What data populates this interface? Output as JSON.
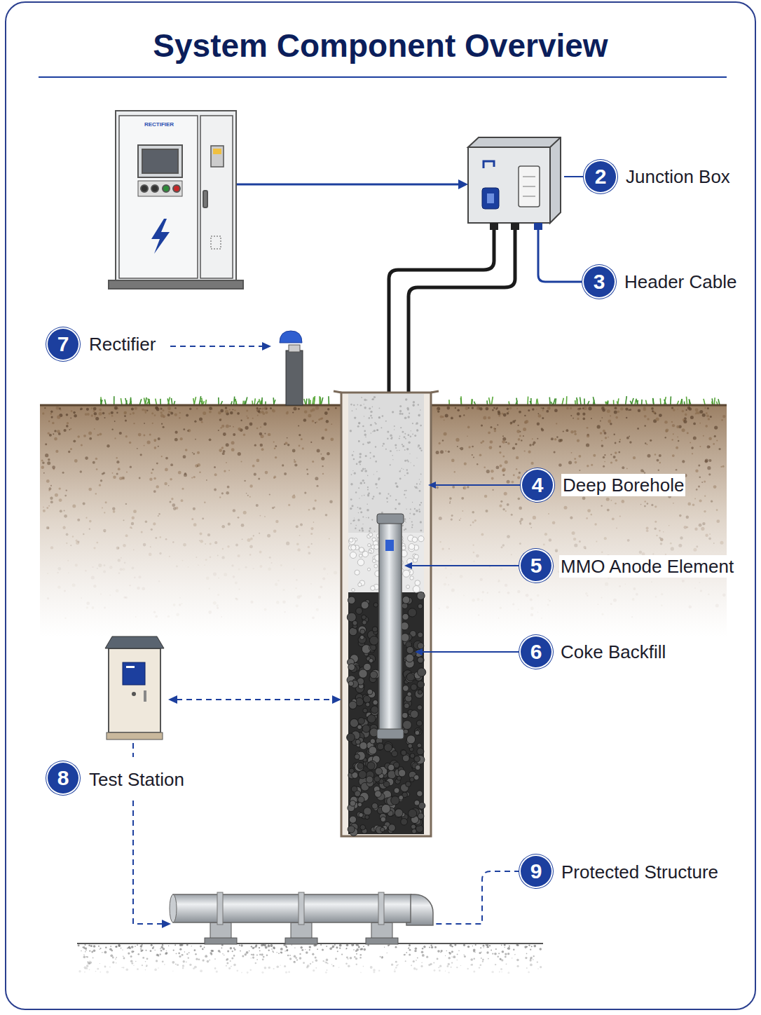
{
  "diagram": {
    "title": "System Component Overview",
    "labels": [
      "RECTIFIER",
      "2",
      "Junction Box",
      "3",
      "Header Cable",
      "7",
      "Rectifier",
      "4",
      "Deep Borehole",
      "5",
      "MMO Anode Element",
      "6",
      "Coke Backfill",
      "8",
      "Test Station",
      "9",
      "Protected Structure"
    ]
  }
}
